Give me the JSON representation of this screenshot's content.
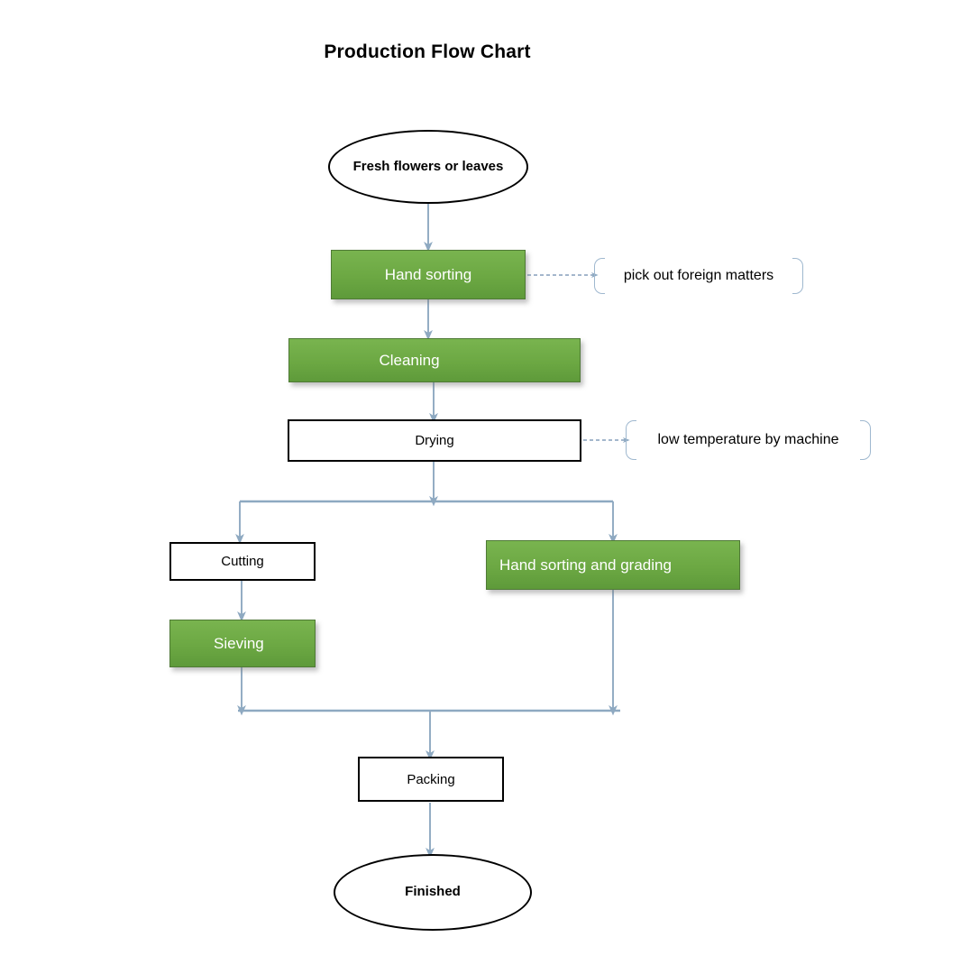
{
  "title": "Production Flow Chart",
  "colors": {
    "green_fill": "#6CA843",
    "green_border": "#4F7A36",
    "connector": "#8EA9C1",
    "bracket": "#9FB8CF",
    "shape_border": "#000000",
    "green_text": "#FFFFFF",
    "text": "#000000",
    "background": "#FFFFFF"
  },
  "chart_data": {
    "type": "flowchart",
    "title": "Production Flow Chart",
    "orientation": "top-to-bottom",
    "nodes": [
      {
        "id": "start",
        "label": "Fresh flowers or leaves",
        "shape": "ellipse",
        "style": "white"
      },
      {
        "id": "hand",
        "label": "Hand sorting",
        "shape": "rectangle",
        "style": "green"
      },
      {
        "id": "cleaning",
        "label": "Cleaning",
        "shape": "rectangle",
        "style": "green"
      },
      {
        "id": "drying",
        "label": "Drying",
        "shape": "rectangle",
        "style": "white"
      },
      {
        "id": "cutting",
        "label": "Cutting",
        "shape": "rectangle",
        "style": "white"
      },
      {
        "id": "grading",
        "label": "Hand sorting and grading",
        "shape": "rectangle",
        "style": "green"
      },
      {
        "id": "sieving",
        "label": "Sieving",
        "shape": "rectangle",
        "style": "green"
      },
      {
        "id": "packing",
        "label": "Packing",
        "shape": "rectangle",
        "style": "white"
      },
      {
        "id": "finished",
        "label": "Finished",
        "shape": "ellipse",
        "style": "white"
      }
    ],
    "annotations": [
      {
        "id": "anno1",
        "attached_to": "hand",
        "label": "pick out foreign matters"
      },
      {
        "id": "anno2",
        "attached_to": "drying",
        "label": "low temperature by machine"
      }
    ],
    "edges": [
      {
        "from": "start",
        "to": "hand",
        "type": "arrow"
      },
      {
        "from": "hand",
        "to": "cleaning",
        "type": "arrow"
      },
      {
        "from": "cleaning",
        "to": "drying",
        "type": "arrow"
      },
      {
        "from": "drying",
        "to": "cutting",
        "type": "arrow-split"
      },
      {
        "from": "drying",
        "to": "grading",
        "type": "arrow-split"
      },
      {
        "from": "cutting",
        "to": "sieving",
        "type": "arrow"
      },
      {
        "from": "sieving",
        "to": "packing",
        "type": "arrow-merge"
      },
      {
        "from": "grading",
        "to": "packing",
        "type": "arrow-merge"
      },
      {
        "from": "packing",
        "to": "finished",
        "type": "arrow"
      },
      {
        "from": "hand",
        "to": "anno1",
        "type": "dashed-arrow"
      },
      {
        "from": "drying",
        "to": "anno2",
        "type": "dashed-arrow"
      }
    ]
  },
  "nodes": {
    "start": {
      "label": "Fresh flowers or leaves"
    },
    "hand": {
      "label": "Hand sorting"
    },
    "cleaning": {
      "label": "Cleaning"
    },
    "drying": {
      "label": "Drying"
    },
    "cutting": {
      "label": "Cutting"
    },
    "grading": {
      "label": "Hand sorting and grading"
    },
    "sieving": {
      "label": "Sieving"
    },
    "packing": {
      "label": "Packing"
    },
    "finished": {
      "label": "Finished"
    }
  },
  "annotations": {
    "anno1": {
      "label": "pick out foreign matters"
    },
    "anno2": {
      "label": "low temperature by machine"
    }
  }
}
